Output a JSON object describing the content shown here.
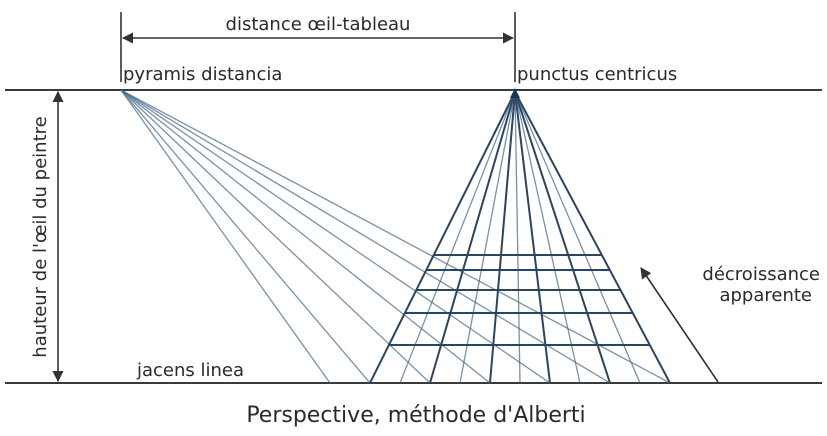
{
  "labels": {
    "distance": "distance œil-tableau",
    "pyramis": "pyramis distancia",
    "punctus": "punctus centricus",
    "hauteur": "hauteur de l'œil du peintre",
    "decroissance_1": "décroissance",
    "decroissance_2": "apparente",
    "jacens": "jacens linea",
    "caption": "Perspective, méthode d'Alberti"
  },
  "colors": {
    "construction_lines": "#2b4460",
    "distance_rays": "#4a6e8a",
    "horizon_and_ground": "#3a3a3a"
  }
}
